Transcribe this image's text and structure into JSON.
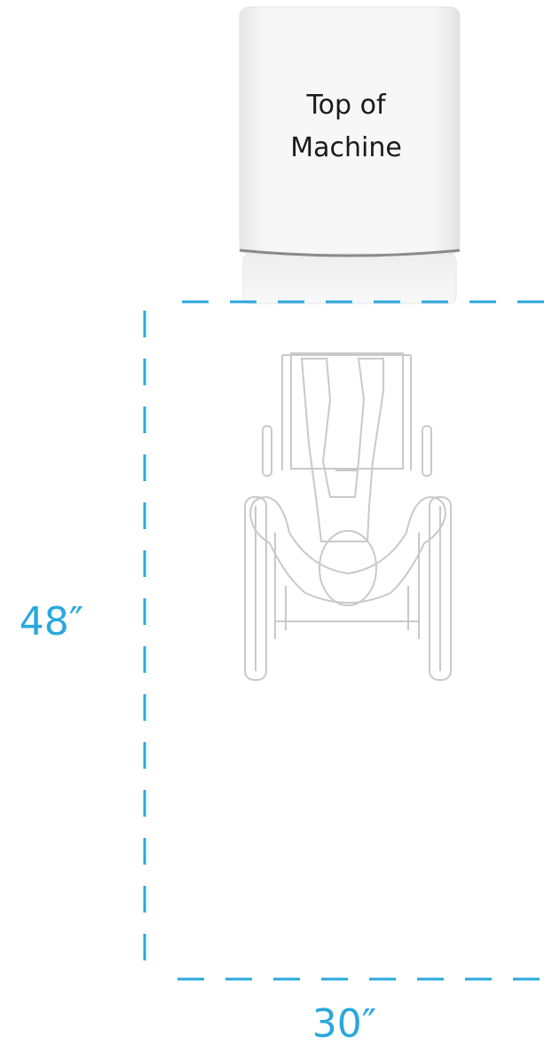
{
  "machine": {
    "label_line1": "Top of",
    "label_line2": "Machine"
  },
  "dimensions": {
    "depth_label": "48″",
    "width_label": "30″"
  },
  "colors": {
    "accent": "#29a8db",
    "machine_fill": "#f4f4f4",
    "machine_stripe": "#8a8a8a",
    "chair_stroke": "#c9c9c9"
  },
  "icons": {
    "chair": "wheelchair-user-top-view-icon"
  }
}
